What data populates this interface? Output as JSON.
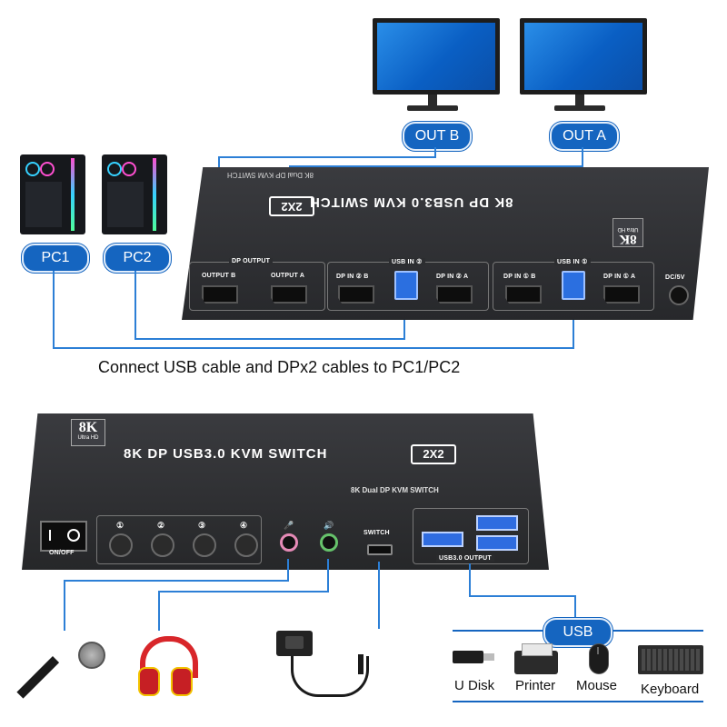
{
  "top": {
    "monitors": [
      {
        "label": "OUT B"
      },
      {
        "label": "OUT A"
      }
    ],
    "pcs": [
      {
        "label": "PC1"
      },
      {
        "label": "PC2"
      }
    ],
    "device": {
      "title": "8K DP USB3.0 KVM SWITCH",
      "badge": "2X2",
      "subtitle": "8K Dual DP KVM SWITCH",
      "logo": "8K",
      "logo_sub": "Ultra HD",
      "groups": {
        "dp_output": "DP OUTPUT",
        "usb_in_2": "USB IN ②",
        "usb_in_1": "USB IN ①"
      },
      "ports": {
        "output_b": "OUTPUT B",
        "output_a": "OUTPUT A",
        "dp_in_2b": "DP IN ② B",
        "dp_in_2a": "DP IN ② A",
        "dp_in_1b": "DP IN ① B",
        "dp_in_1a": "DP IN ① A",
        "dc": "DC/5V"
      }
    },
    "instruction": "Connect USB cable and DPx2 cables to PC1/PC2"
  },
  "bottom": {
    "device": {
      "logo": "8K",
      "logo_sub": "Ultra HD",
      "title": "8K DP USB3.0 KVM SWITCH",
      "badge": "2X2",
      "subtitle": "8K Dual DP KVM SWITCH",
      "power_label": "ON/OFF",
      "buttons": [
        "①",
        "②",
        "③",
        "④"
      ],
      "switch_label": "SWITCH",
      "usb_output_label": "USB3.0 OUTPUT"
    },
    "usb_label": "USB",
    "peripherals": [
      {
        "label": "U Disk",
        "icon": "usb-drive-icon"
      },
      {
        "label": "Printer",
        "icon": "printer-icon"
      },
      {
        "label": "Mouse",
        "icon": "mouse-icon"
      },
      {
        "label": "Keyboard",
        "icon": "keyboard-icon"
      }
    ],
    "audio_icons": [
      "microphone-icon",
      "headphones-icon",
      "wired-switch-icon"
    ]
  }
}
